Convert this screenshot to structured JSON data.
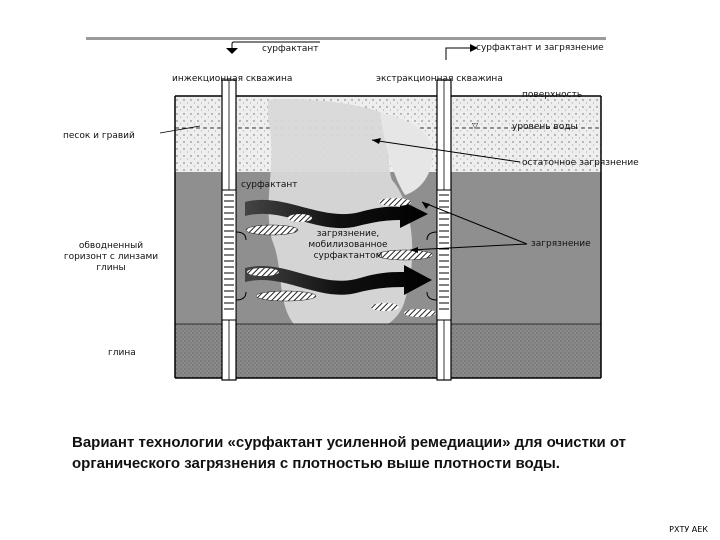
{
  "diagram": {
    "labels": {
      "surfactant_top": "сурфактант",
      "surfactant_and_contamination": "сурфактант и загрязнение",
      "injection_well": "инжекционная скважина",
      "extraction_well": "экстракционная скважина",
      "surface": "поверхность",
      "water_level": "уровень воды",
      "sand_gravel": "песок и гравий",
      "residual_contamination": "остаточное загрязнение",
      "surfactant_zone": "сурфактант",
      "aquifer_line1": "обводненный",
      "aquifer_line2": "горизонт с линзами",
      "aquifer_line3": "глины",
      "mobilized_line1": "загрязнение,",
      "mobilized_line2": "мобилизованное",
      "mobilized_line3": "сурфактантом",
      "contamination": "загрязнение",
      "clay": "глина"
    },
    "water_level_symbol": "▽"
  },
  "caption": "Вариант технологии «сурфактант усиленной ремедиации» для очистки от органического загрязнения с плотностью выше плотности воды.",
  "footer_mark": "РХТУ АЕК"
}
